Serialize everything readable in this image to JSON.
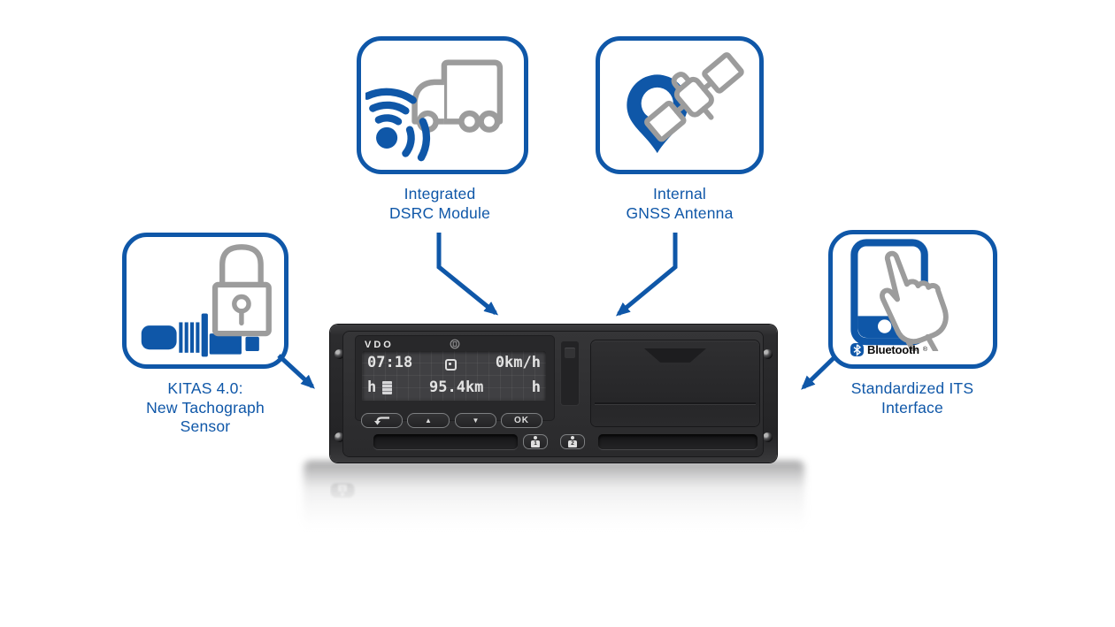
{
  "colors": {
    "accent_blue": "#0f57a8",
    "icon_gray": "#9c9c9c"
  },
  "callouts": {
    "dsrc": {
      "lines": [
        "Integrated",
        "DSRC Module"
      ]
    },
    "gnss": {
      "lines": [
        "Internal",
        "GNSS Antenna"
      ]
    },
    "kitas": {
      "lines": [
        "KITAS 4.0:",
        "New Tachograph",
        "Sensor"
      ]
    },
    "its": {
      "lines": [
        "Standardized ITS",
        "Interface"
      ],
      "bluetooth_label": "Bluetooth",
      "bluetooth_mark": "®"
    }
  },
  "device": {
    "brand": "VDO",
    "lcd": {
      "time": "07:18",
      "speed": "0km/h",
      "odometer": "95.4km",
      "driver1_symbol": "h",
      "driver2_symbol": "h"
    },
    "buttons": {
      "up": "▲",
      "down": "▼",
      "ok": "OK",
      "driver1_number": "1",
      "driver2_number": "2"
    }
  }
}
